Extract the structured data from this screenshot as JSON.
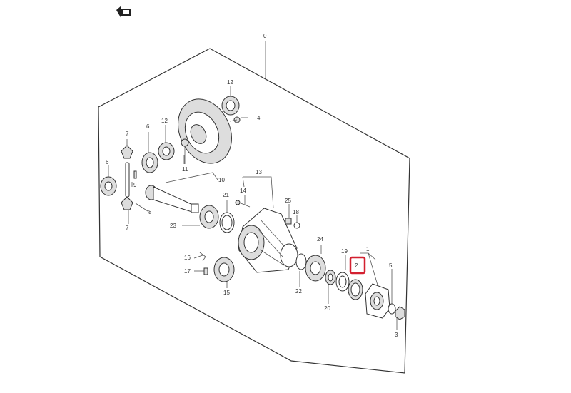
{
  "diagram": {
    "callouts": {
      "c0": "0",
      "c1": "1",
      "c2": "2",
      "c3": "3",
      "c4": "4",
      "c5": "5",
      "c6a": "6",
      "c6b": "6",
      "c7a": "7",
      "c7b": "7",
      "c8": "8",
      "c9": "9",
      "c10": "10",
      "c11": "11",
      "c12a": "12",
      "c12b": "12",
      "c13": "13",
      "c14": "14",
      "c15": "15",
      "c16": "16",
      "c17": "17",
      "c18": "18",
      "c19": "19",
      "c20": "20",
      "c21": "21",
      "c22": "22",
      "c23": "23",
      "c24": "24",
      "c25": "25"
    },
    "highlighted_part": "2",
    "colors": {
      "highlight": "#d32030",
      "line": "#333333",
      "background": "#ffffff"
    },
    "icons": {
      "front_arrow": "front-arrow-icon"
    }
  }
}
